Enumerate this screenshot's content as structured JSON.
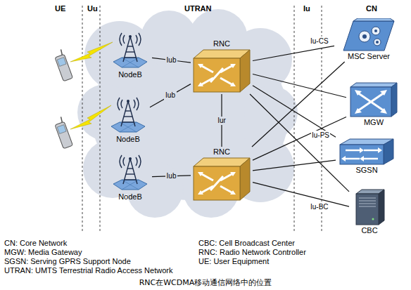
{
  "diagram": {
    "caption": "RNC在WCDMA移动通信网络中的位置",
    "nodes": [
      {
        "text": [
          "RNC"
        ]
      },
      {
        "text": [
          "MSC Server"
        ]
      },
      {
        "text": [
          "NodeB"
        ]
      },
      {
        "text": [
          "MGW"
        ]
      },
      {
        "text": [
          "NodeB"
        ]
      },
      {
        "text": [
          "SGSN"
        ]
      },
      {
        "text": [
          "NodeB"
        ]
      },
      {
        "text": [
          "RNC"
        ]
      },
      {
        "text": [
          "CBC"
        ]
      }
    ],
    "edges": [
      {
        "from": 2,
        "to": 0,
        "label": "Iub",
        "arrow": "none"
      },
      {
        "from": 4,
        "to": 0,
        "label": "Iub",
        "arrow": "none"
      },
      {
        "from": 6,
        "to": 7,
        "label": "Iub",
        "arrow": "none"
      },
      {
        "from": 0,
        "to": 7,
        "label": "Iur",
        "arrow": "none"
      },
      {
        "from": 0,
        "to": 1,
        "arrow": "none"
      },
      {
        "from": 0,
        "to": 3,
        "arrow": "none"
      },
      {
        "from": 0,
        "to": 5,
        "arrow": "none"
      },
      {
        "from": 0,
        "to": 8,
        "arrow": "none"
      },
      {
        "from": 7,
        "to": 1,
        "arrow": "none"
      },
      {
        "from": 7,
        "to": 3,
        "arrow": "none"
      },
      {
        "from": 7,
        "to": 5,
        "arrow": "none"
      },
      {
        "from": 7,
        "to": 8,
        "arrow": "none"
      }
    ],
    "labels": [
      "UE",
      "Uu",
      "UTRAN",
      "Iu",
      "CN",
      "Iu-CS",
      "Iu-PS",
      "Iu-BC",
      "CN: Core Network",
      "CBC: Cell Broadcast Center",
      "MGW: Media Gateway",
      "RNC: Radio Network Controller",
      "SGSN: Serving GPRS Support Node",
      "UE: User Equipment",
      "UTRAN: UMTS Terrestrial Radio Access Network"
    ]
  }
}
